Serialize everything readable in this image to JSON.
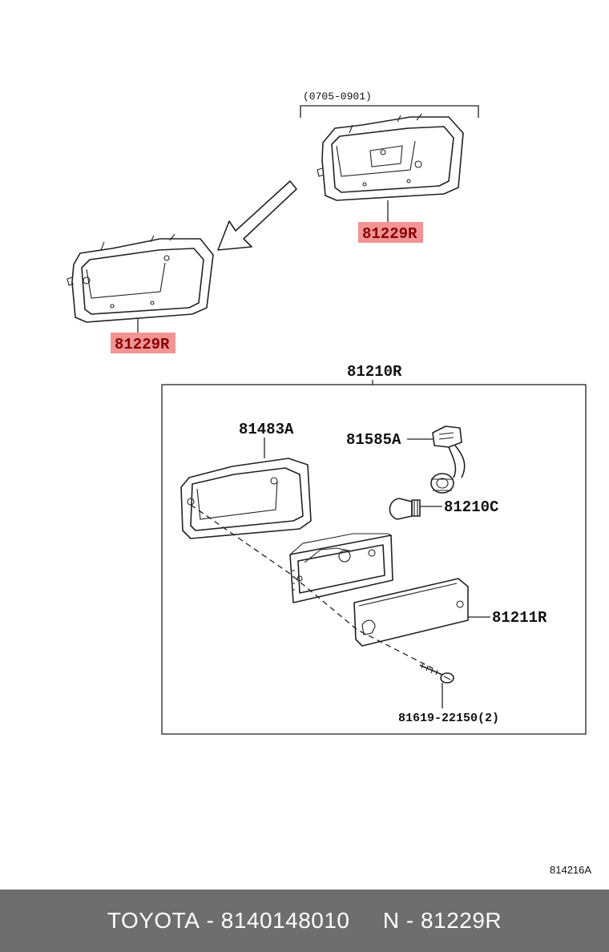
{
  "diagram": {
    "date_range": "(0705-0901)",
    "figure_code": "814216A",
    "parts": {
      "bezel_upper": "81229R",
      "bezel_lower": "81229R",
      "lamp_assy": "81210R",
      "housing": "81483A",
      "socket": "81585A",
      "bulb": "81210C",
      "lens": "81211R",
      "screw": "81619-22150(2)"
    },
    "highlight_color": "#f29494"
  },
  "footer": {
    "brand": "TOYOTA",
    "separator": " - ",
    "part_number": "8140148010",
    "gap": "     ",
    "n_prefix": "N",
    "n_number": "81229R"
  }
}
